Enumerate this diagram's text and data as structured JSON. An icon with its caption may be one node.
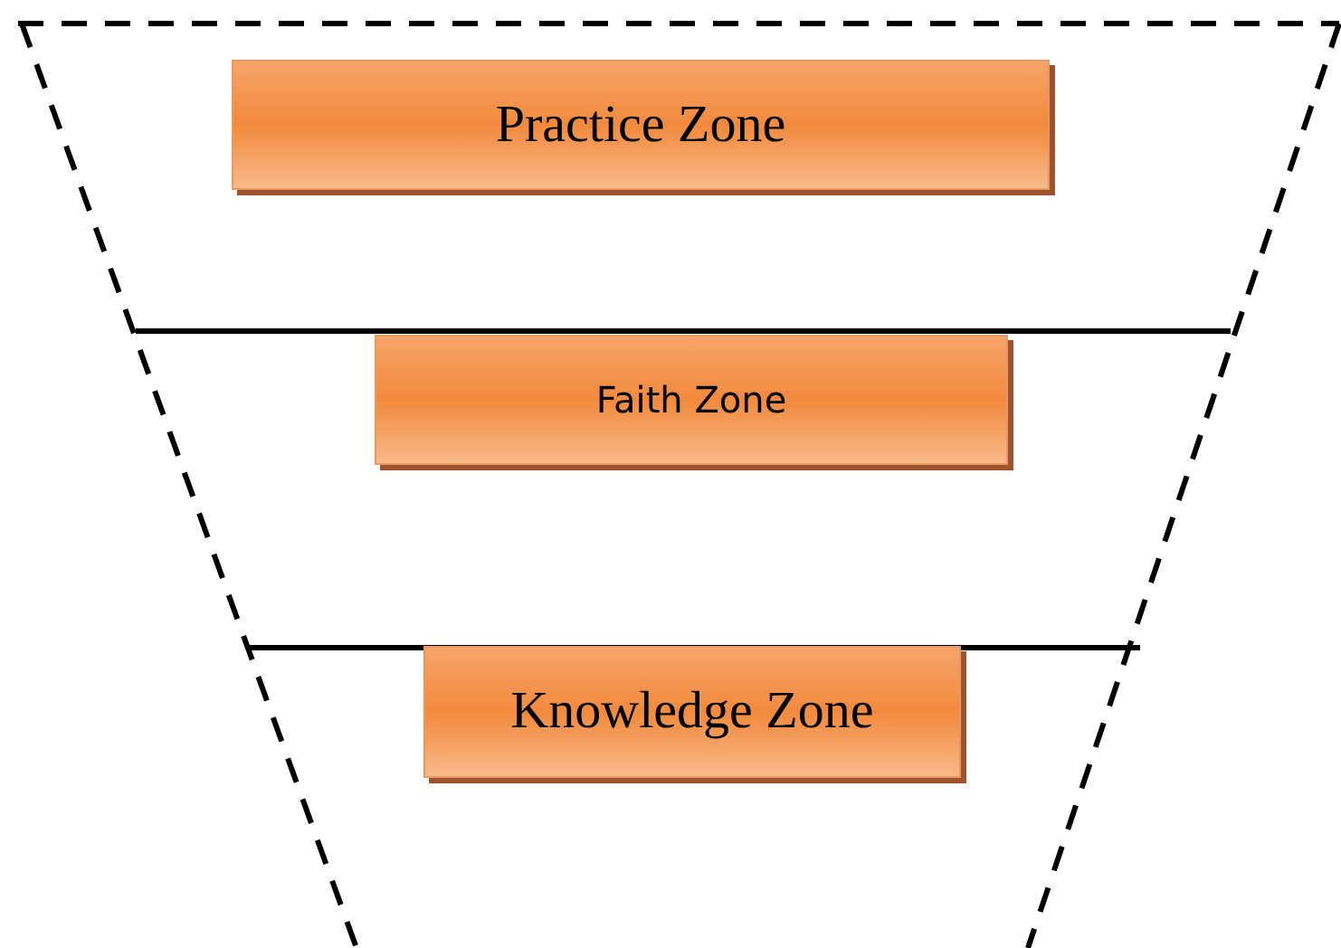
{
  "diagram": {
    "nodes": [
      {
        "text": [
          "Practice Zone"
        ]
      },
      {
        "text": [
          "Faith Zone"
        ]
      },
      {
        "text": [
          "Knowledge Zone"
        ]
      }
    ]
  }
}
